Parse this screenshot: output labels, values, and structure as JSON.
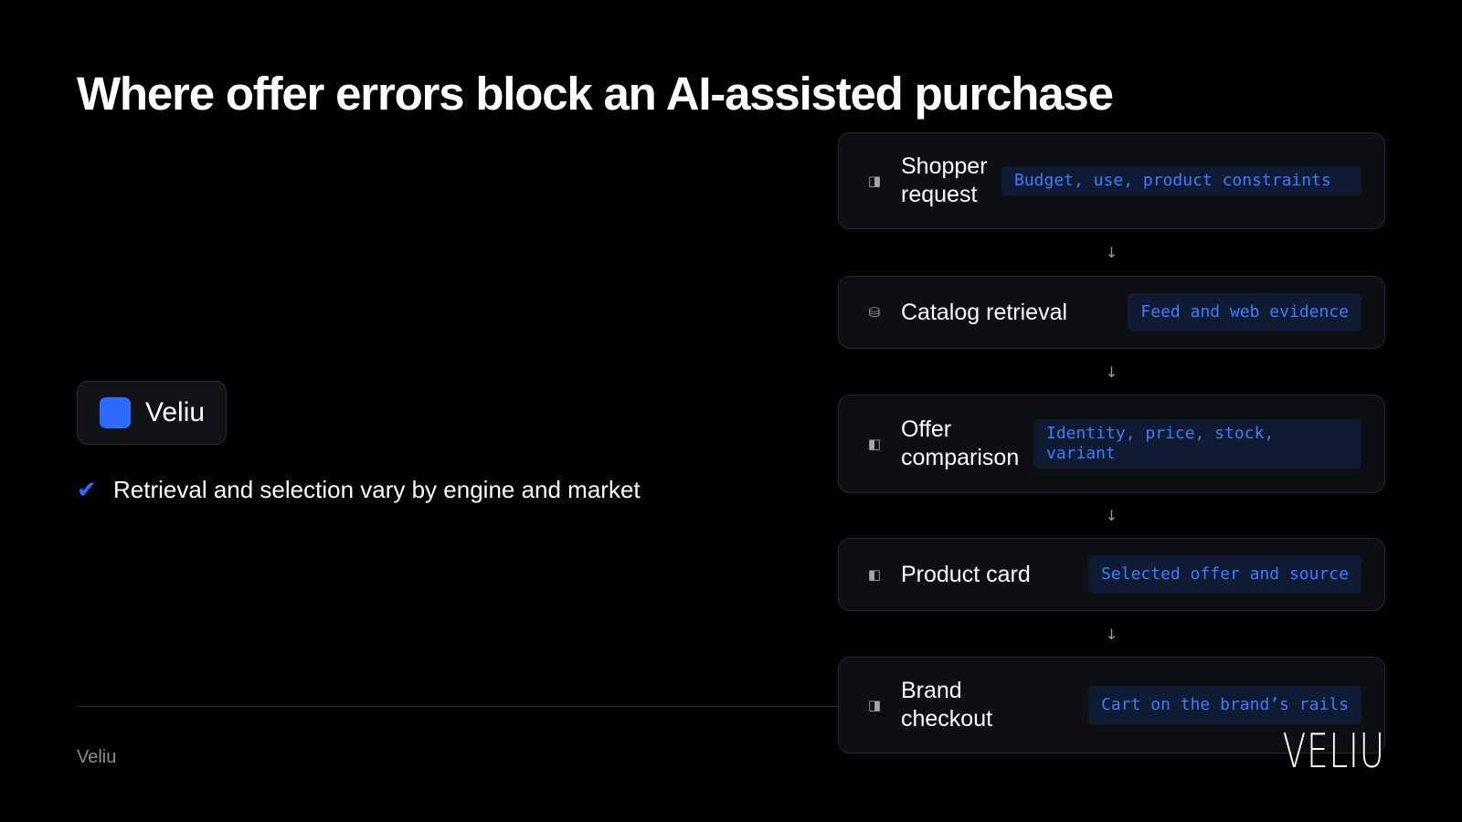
{
  "title": "Where offer errors block an AI-assisted purchase",
  "brand_pill": {
    "name": "Veliu",
    "color": "#2b6cff"
  },
  "bullets": [
    {
      "text": "Retrieval and selection vary by engine and market",
      "icon": "check-icon"
    }
  ],
  "footer": {
    "text": "Veliu"
  },
  "logo": {
    "text": "VELIU"
  },
  "flow": {
    "arrow_glyph": "↓",
    "steps": [
      {
        "icon": "panel-icon",
        "glyph": "◨",
        "label": "Shopper request",
        "tag": "Budget, use, product constraints"
      },
      {
        "icon": "database-icon",
        "glyph": "⛁",
        "label": "Catalog retrieval",
        "tag": "Feed and web evidence"
      },
      {
        "icon": "panel-icon",
        "glyph": "◧",
        "label": "Offer comparison",
        "tag": "Identity, price, stock, variant"
      },
      {
        "icon": "panel-icon",
        "glyph": "◧",
        "label": "Product card",
        "tag": "Selected offer and source"
      },
      {
        "icon": "cart-icon",
        "glyph": "◨",
        "label": "Brand checkout",
        "tag": "Cart on the brand’s rails"
      }
    ]
  },
  "colors": {
    "background": "#000000",
    "accent": "#2b6cff",
    "tag_text": "#3d7dff",
    "tag_background": "#0f1a33",
    "card_background": "#0e0f12"
  }
}
